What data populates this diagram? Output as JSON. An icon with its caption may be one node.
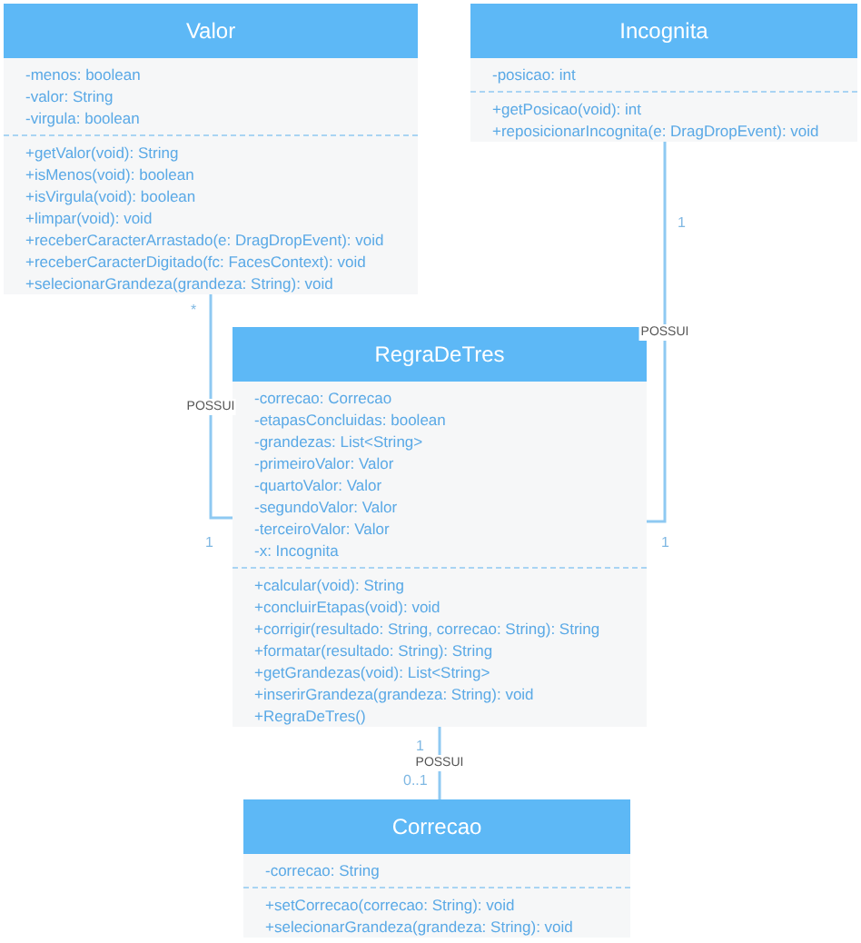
{
  "diagram": {
    "nodes": [
      {
        "text": [
          "Valor"
        ]
      },
      {
        "text": [
          "-menos: boolean",
          "-valor: String",
          "-virgula: boolean"
        ],
        "in": 0
      },
      {
        "text": [
          "+getValor(void): String",
          "+isMenos(void): boolean",
          "+isVirgula(void): boolean",
          "+limpar(void): void",
          "+receberCaracterArrastado(e: DragDropEvent): void",
          "+receberCaracterDigitado(fc: FacesContext): void",
          "+selecionarGrandeza(grandeza: String): void"
        ],
        "in": 0
      },
      {
        "text": [
          "Incognita"
        ]
      },
      {
        "text": [
          "-posicao: int"
        ],
        "in": 3
      },
      {
        "text": [
          "+getPosicao(void): int",
          "+reposicionarIncognita(e: DragDropEvent): void"
        ],
        "in": 3
      },
      {
        "text": [
          "RegraDeTres"
        ]
      },
      {
        "text": [
          "-correcao: Correcao",
          "-etapasConcluidas: boolean",
          "-grandezas: List<String>",
          "-primeiroValor: Valor",
          "-quartoValor: Valor",
          "-segundoValor: Valor",
          "-terceiroValor: Valor",
          "-x: Incognita"
        ],
        "in": 6
      },
      {
        "text": [
          "+calcular(void): String",
          "+concluirEtapas(void): void",
          "+corrigir(resultado: String, correcao: String): String",
          "+formatar(resultado: String): String",
          "+getGrandezas(void): List<String>",
          "+inserirGrandeza(grandeza: String): void",
          "+RegraDeTres()"
        ],
        "in": 6
      },
      {
        "text": [
          "Correcao"
        ]
      },
      {
        "text": [
          "-correcao: String"
        ],
        "in": 9
      },
      {
        "text": [
          "+setCorrecao(correcao: String): void",
          "+selecionarGrandeza(grandeza: String): void"
        ],
        "in": 9
      }
    ],
    "edges": [
      {
        "from": 0,
        "to": 6,
        "arrow": "none",
        "label": "POSSUI"
      },
      {
        "from": 3,
        "to": 6,
        "arrow": "none",
        "label": "POSSUI"
      },
      {
        "from": 6,
        "to": 9,
        "arrow": "none",
        "label": "POSSUI"
      }
    ],
    "labels": [
      "1",
      "*",
      "1",
      "1",
      "1",
      "0..1"
    ]
  }
}
